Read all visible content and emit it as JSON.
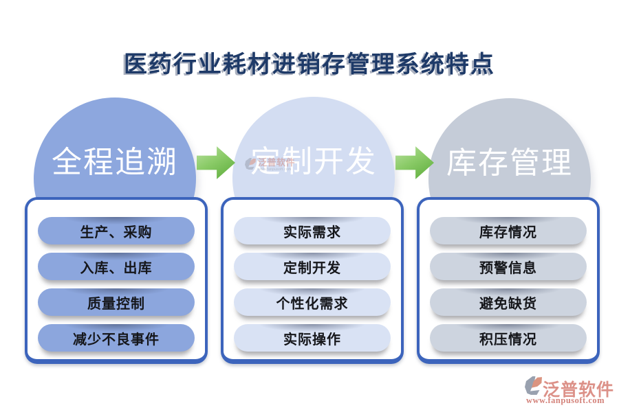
{
  "title": "医药行业耗材进销存管理系统特点",
  "columns": [
    {
      "circle_label": "全程追溯",
      "items": [
        "生产、采购",
        "入库、出库",
        "质量控制",
        "减少不良事件"
      ]
    },
    {
      "circle_label": "定制开发",
      "items": [
        "实际需求",
        "定制开发",
        "个性化需求",
        "实际操作"
      ]
    },
    {
      "circle_label": "库存管理",
      "items": [
        "库存情况",
        "预警信息",
        "避免缺货",
        "积压情况"
      ]
    }
  ],
  "branding": {
    "logo_text": "泛普软件",
    "website": "www.fanpusoft.com",
    "watermark_text": "泛普软件",
    "watermark_url": "www.fanpusoft.com"
  },
  "icons": {
    "arrow": "green-block-arrow-right",
    "logo_mark": "fanpu-swoosh-gray-salmon"
  },
  "colors": {
    "title_text": "#1E3A68",
    "panel_border": "#3C64BC",
    "circle_blue": "#8DA7DE",
    "circle_light_blue": "#D3DDF2",
    "circle_gray": "#C5CCD8",
    "pill_blue": "#8CA6DD",
    "pill_light_blue": "#D9E2F4",
    "pill_gray": "#CDD4DF",
    "arrow_green": "#6FBE4B",
    "brand_salmon": "#DC9188"
  }
}
